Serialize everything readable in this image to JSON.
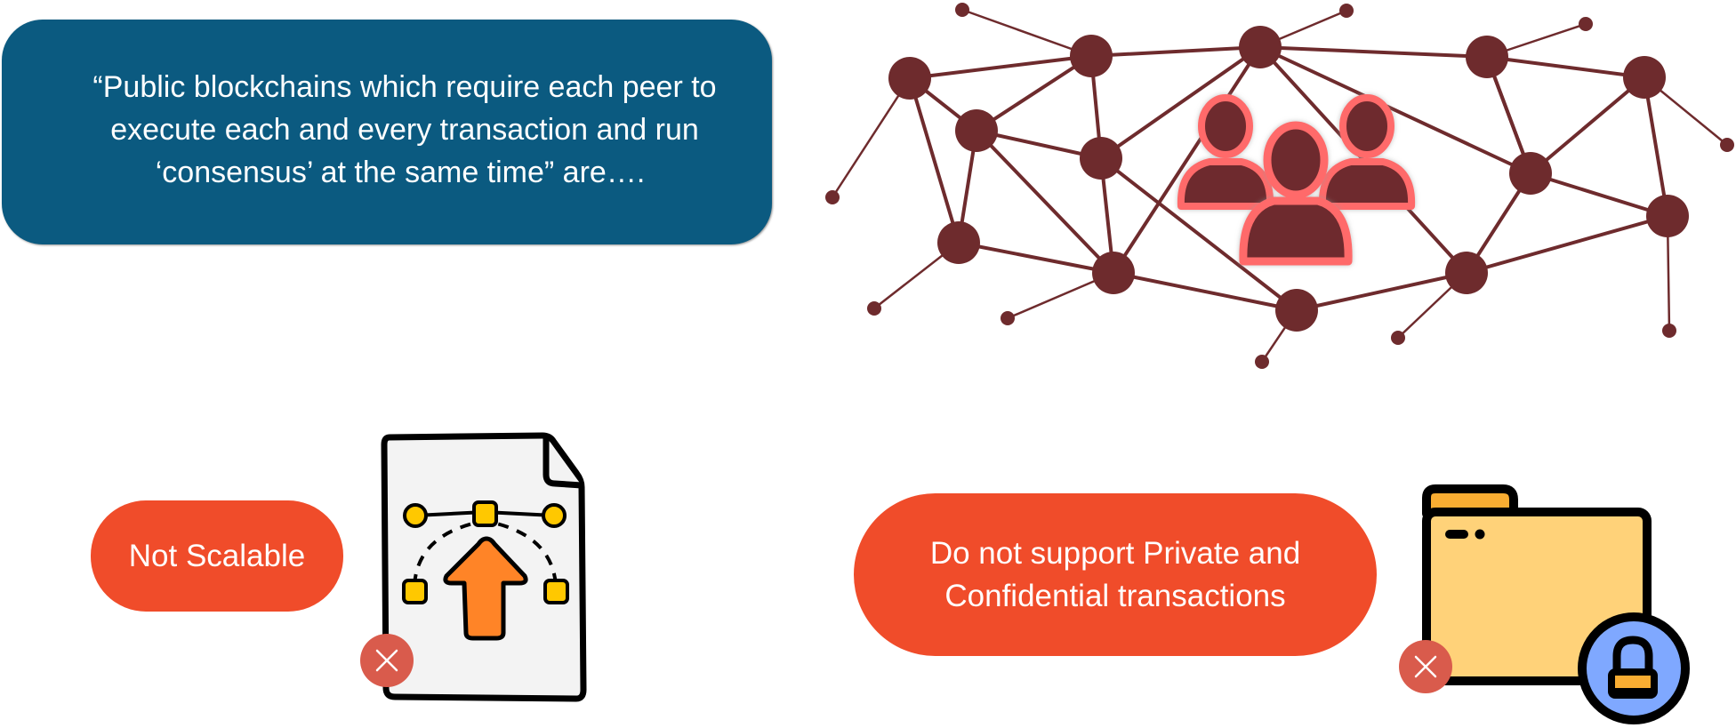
{
  "quote": {
    "lines": [
      "“Public blockchains which require each peer to",
      "execute each and every transaction and run",
      "‘consensus’ at the same time” are…."
    ],
    "background_color": "#0b5a80"
  },
  "drawbacks": [
    {
      "label_lines": [
        "Not Scalable"
      ],
      "icon": "scalability-document-icon",
      "status_icon": "close-icon"
    },
    {
      "label_lines": [
        "Do not support Private and",
        "Confidential transactions"
      ],
      "icon": "locked-folder-icon",
      "status_icon": "close-icon"
    }
  ],
  "network": {
    "icon": "peer-network-icon",
    "center_icon": "user-group-icon",
    "node_color": "#6e2b2d",
    "highlight_color": "#ff6b6b"
  },
  "colors": {
    "pill": "#f04c2a",
    "badge": "#d95b4c",
    "folder": "#ffd279",
    "folder_tab": "#f9ad32",
    "lock_circle": "#7fa8ff",
    "arrow": "#ff8427",
    "handle": "#ffc800"
  }
}
